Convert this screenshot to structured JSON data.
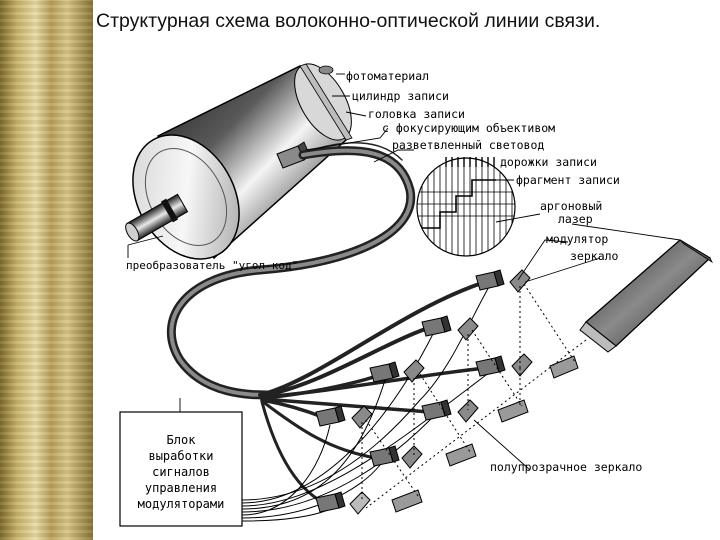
{
  "title": "Структурная схема волоконно-оптической линии связи.",
  "labels": {
    "photomaterial": "фотоматериал",
    "cylinder": "цилиндр записи",
    "head_line1": "головка записи",
    "head_line2": "с фокусирующим объективом",
    "branched_fiber": "разветвленный световод",
    "tracks": "дорожки записи",
    "fragment": "фрагмент записи",
    "laser_line1": "аргоновый",
    "laser_line2": "лазер",
    "modulator": "модулятор",
    "mirror": "зеркало",
    "converter": "преобразователь \"угол-код\"",
    "semi_mirror": "полупрозрачное зеркало"
  },
  "control_block": {
    "lines": [
      "Блок",
      "выработки",
      "сигналов",
      "управления",
      "модуляторами"
    ]
  },
  "colors": {
    "background": "#ffffff",
    "ink": "#000000",
    "metal_dark": "#3a3a3a",
    "metal_light": "#f2f2f2",
    "strip": "#c9b26a"
  }
}
